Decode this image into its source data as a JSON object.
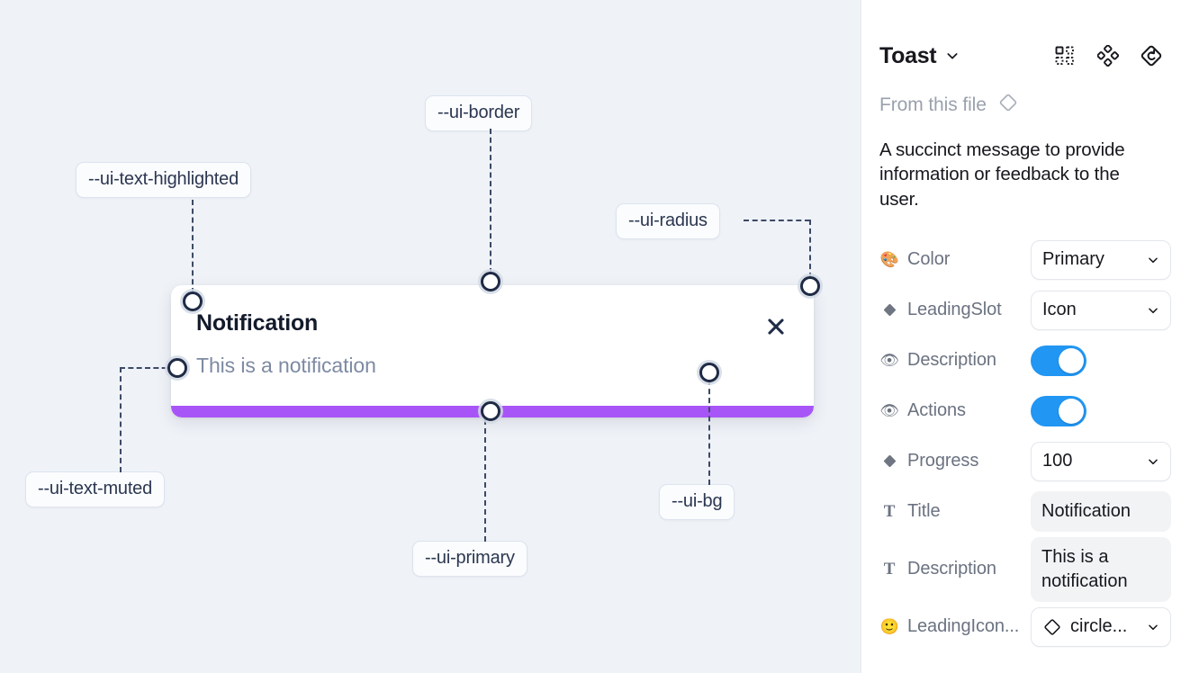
{
  "canvas": {
    "background_color": "#eff2f7",
    "toast": {
      "title": "Notification",
      "description": "This is a notification",
      "close_icon": "close-x-icon",
      "progress_color": "#a855f7",
      "background_color": "#ffffff"
    },
    "annotations": [
      {
        "id": "text-highlighted",
        "label": "--ui-text-highlighted"
      },
      {
        "id": "border",
        "label": "--ui-border"
      },
      {
        "id": "radius",
        "label": "--ui-radius"
      },
      {
        "id": "text-muted",
        "label": "--ui-text-muted"
      },
      {
        "id": "primary",
        "label": "--ui-primary"
      },
      {
        "id": "bg",
        "label": "--ui-bg"
      }
    ]
  },
  "panel": {
    "title": "Toast",
    "title_caret_icon": "chevron-down-icon",
    "header_icons": [
      {
        "name": "component-grid-icon"
      },
      {
        "name": "variants-cluster-icon"
      },
      {
        "name": "reset-diamond-icon"
      }
    ],
    "from_this_file": {
      "label": "From this file",
      "icon": "diamond-outline-icon"
    },
    "component_description": "A succinct message to provide information or feedback to the user.",
    "properties": [
      {
        "icon": "palette-emoji-icon",
        "glyph": "🎨",
        "label": "Color",
        "control": "select",
        "value": "Primary"
      },
      {
        "icon": "diamond-filled-icon",
        "glyph": "◆",
        "label": "LeadingSlot",
        "control": "select",
        "value": "Icon"
      },
      {
        "icon": "eye-emoji-icon",
        "glyph": "👁",
        "label": "Description",
        "control": "toggle",
        "value": "on"
      },
      {
        "icon": "eye-emoji-icon",
        "glyph": "👁",
        "label": "Actions",
        "control": "toggle",
        "value": "on"
      },
      {
        "icon": "diamond-filled-icon",
        "glyph": "◆",
        "label": "Progress",
        "control": "select",
        "value": "100"
      },
      {
        "icon": "text-type-icon",
        "glyph": "T",
        "label": "Title",
        "control": "textbox",
        "value": "Notification"
      },
      {
        "icon": "text-type-icon",
        "glyph": "T",
        "label": "Description",
        "control": "textbox",
        "value": "This is a notification"
      },
      {
        "icon": "smiley-emoji-icon",
        "glyph": "🙂",
        "label": "LeadingIcon...",
        "control": "select-icon",
        "value": "circle..."
      }
    ]
  },
  "colors": {
    "accent_toggle": "#2196f3",
    "primary_purple": "#a855f7",
    "canvas_bg": "#eff2f7",
    "panel_bg": "#ffffff"
  }
}
